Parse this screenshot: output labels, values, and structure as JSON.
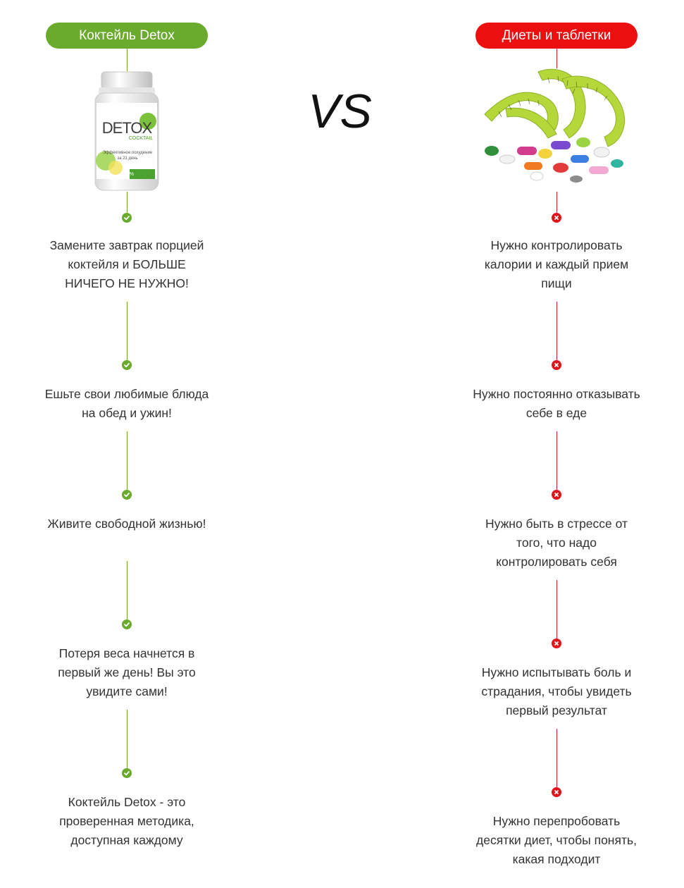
{
  "left": {
    "title": "Коктейль Detox",
    "color": "#6aab2e",
    "product": {
      "brand": "DETOX",
      "sub": "COCKTAIL",
      "tagline": "Эффективное похудение",
      "tagline2": "за 21 день",
      "badge": "100%"
    },
    "items": [
      {
        "text": "Замените завтрак порцией коктейля и БОЛЬШЕ НИЧЕГО НЕ НУЖНО!"
      },
      {
        "text": "Ешьте свои любимые блюда на обед и ужин!"
      },
      {
        "text": "Живите свободной жизнью!"
      },
      {
        "text": "Потеря веса начнется в первый же день! Вы это увидите сами!"
      },
      {
        "text": "Коктейль Detox - это проверенная методика, доступная каждому"
      }
    ]
  },
  "vs_label": "VS",
  "right": {
    "title": "Диеты и таблетки",
    "color": "#ec0f0f",
    "items": [
      {
        "text": "Нужно контролировать калории и каждый прием пищи"
      },
      {
        "text": "Нужно постоянно отказывать себе в еде"
      },
      {
        "text": "Нужно быть в стрессе от того, что надо контролировать себя"
      },
      {
        "text": "Нужно испытывать боль и страдания, чтобы увидеть первый результат"
      },
      {
        "text": "Нужно перепробовать десятки диет, чтобы понять, какая подходит"
      }
    ]
  },
  "icons": {
    "positive": "check-icon",
    "negative": "close-icon",
    "left_image": "detox-jar-image",
    "right_image": "measuring-tape-pills-image"
  }
}
